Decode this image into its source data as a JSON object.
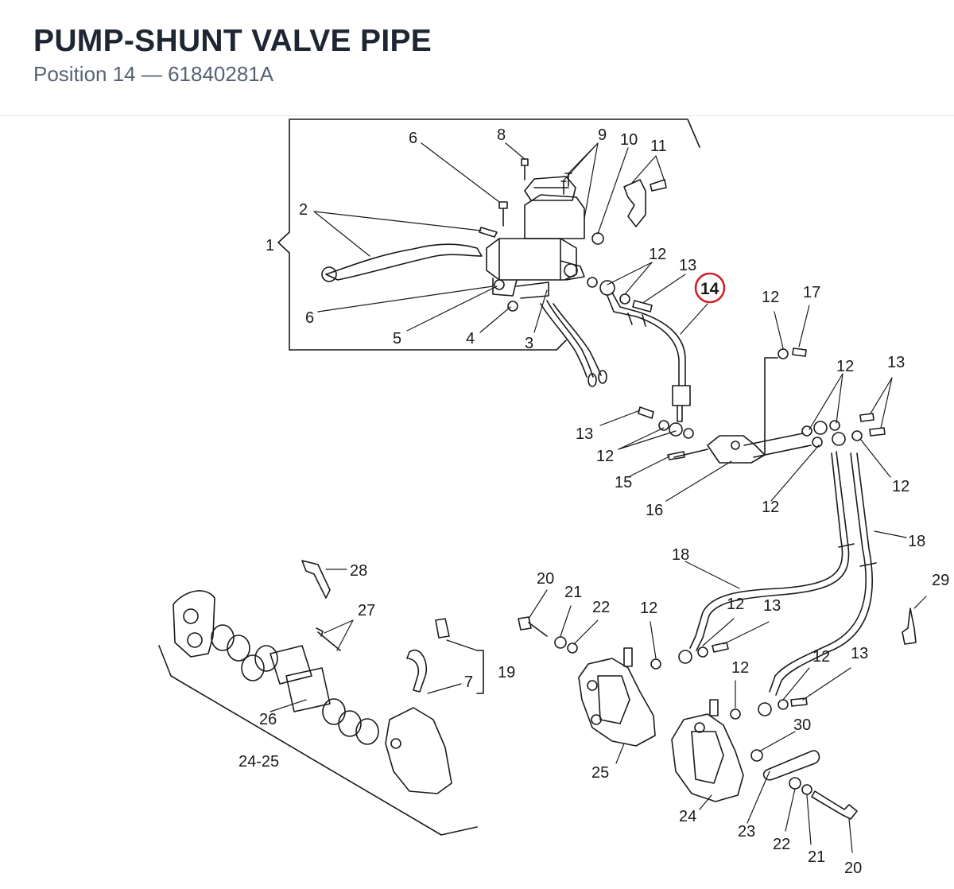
{
  "header": {
    "title": "PUMP-SHUNT VALVE PIPE",
    "subtitle": "Position 14 — 61840281A"
  },
  "diagram": {
    "highlight": {
      "label": "14",
      "color": "#d0202a"
    },
    "callouts": {
      "c1": "1",
      "c2": "2",
      "c3": "3",
      "c4": "4",
      "c5": "5",
      "c6a": "6",
      "c6b": "6",
      "c7": "7",
      "c8": "8",
      "c9": "9",
      "c10": "10",
      "c11": "11",
      "c12a": "12",
      "c13a": "13",
      "c12b": "12",
      "c17": "17",
      "c12c": "12",
      "c13b": "13",
      "c13c": "13",
      "c12d": "12",
      "c15": "15",
      "c16": "16",
      "c12e": "12",
      "c12f": "12",
      "c18a": "18",
      "c18b": "18",
      "c29": "29",
      "c28": "28",
      "c27": "27",
      "c20a": "20",
      "c21a": "21",
      "c22a": "22",
      "c12g": "12",
      "c12h": "12",
      "c13d": "13",
      "c19": "19",
      "c26": "26",
      "c2425": "24-25",
      "c25": "25",
      "c12i": "12",
      "c12j": "12",
      "c13e": "13",
      "c30": "30",
      "c24": "24",
      "c23": "23",
      "c22b": "22",
      "c21b": "21",
      "c20b": "20"
    }
  }
}
